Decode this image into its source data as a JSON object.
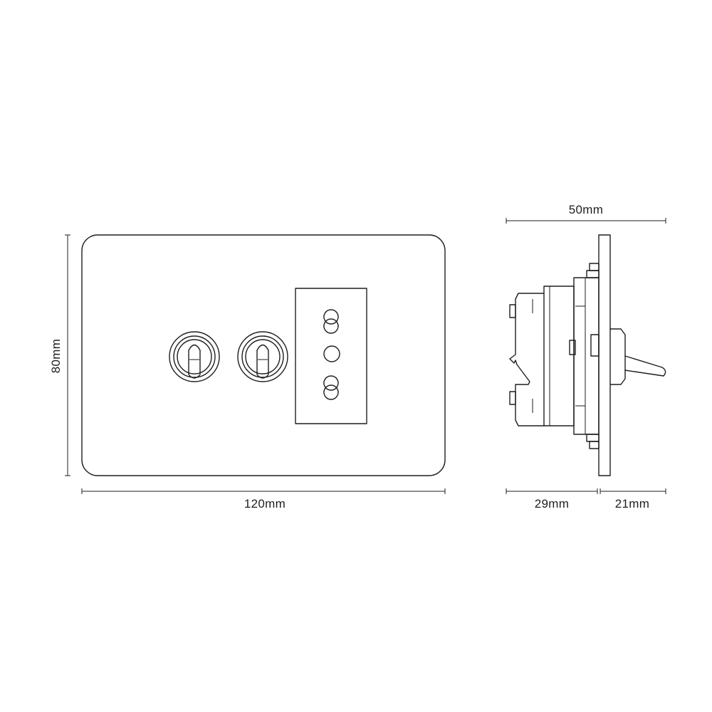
{
  "dimensions": {
    "front_width": "120mm",
    "front_height": "80mm",
    "side_total_depth": "50mm",
    "side_back_depth": "29mm",
    "side_front_depth": "21mm"
  }
}
